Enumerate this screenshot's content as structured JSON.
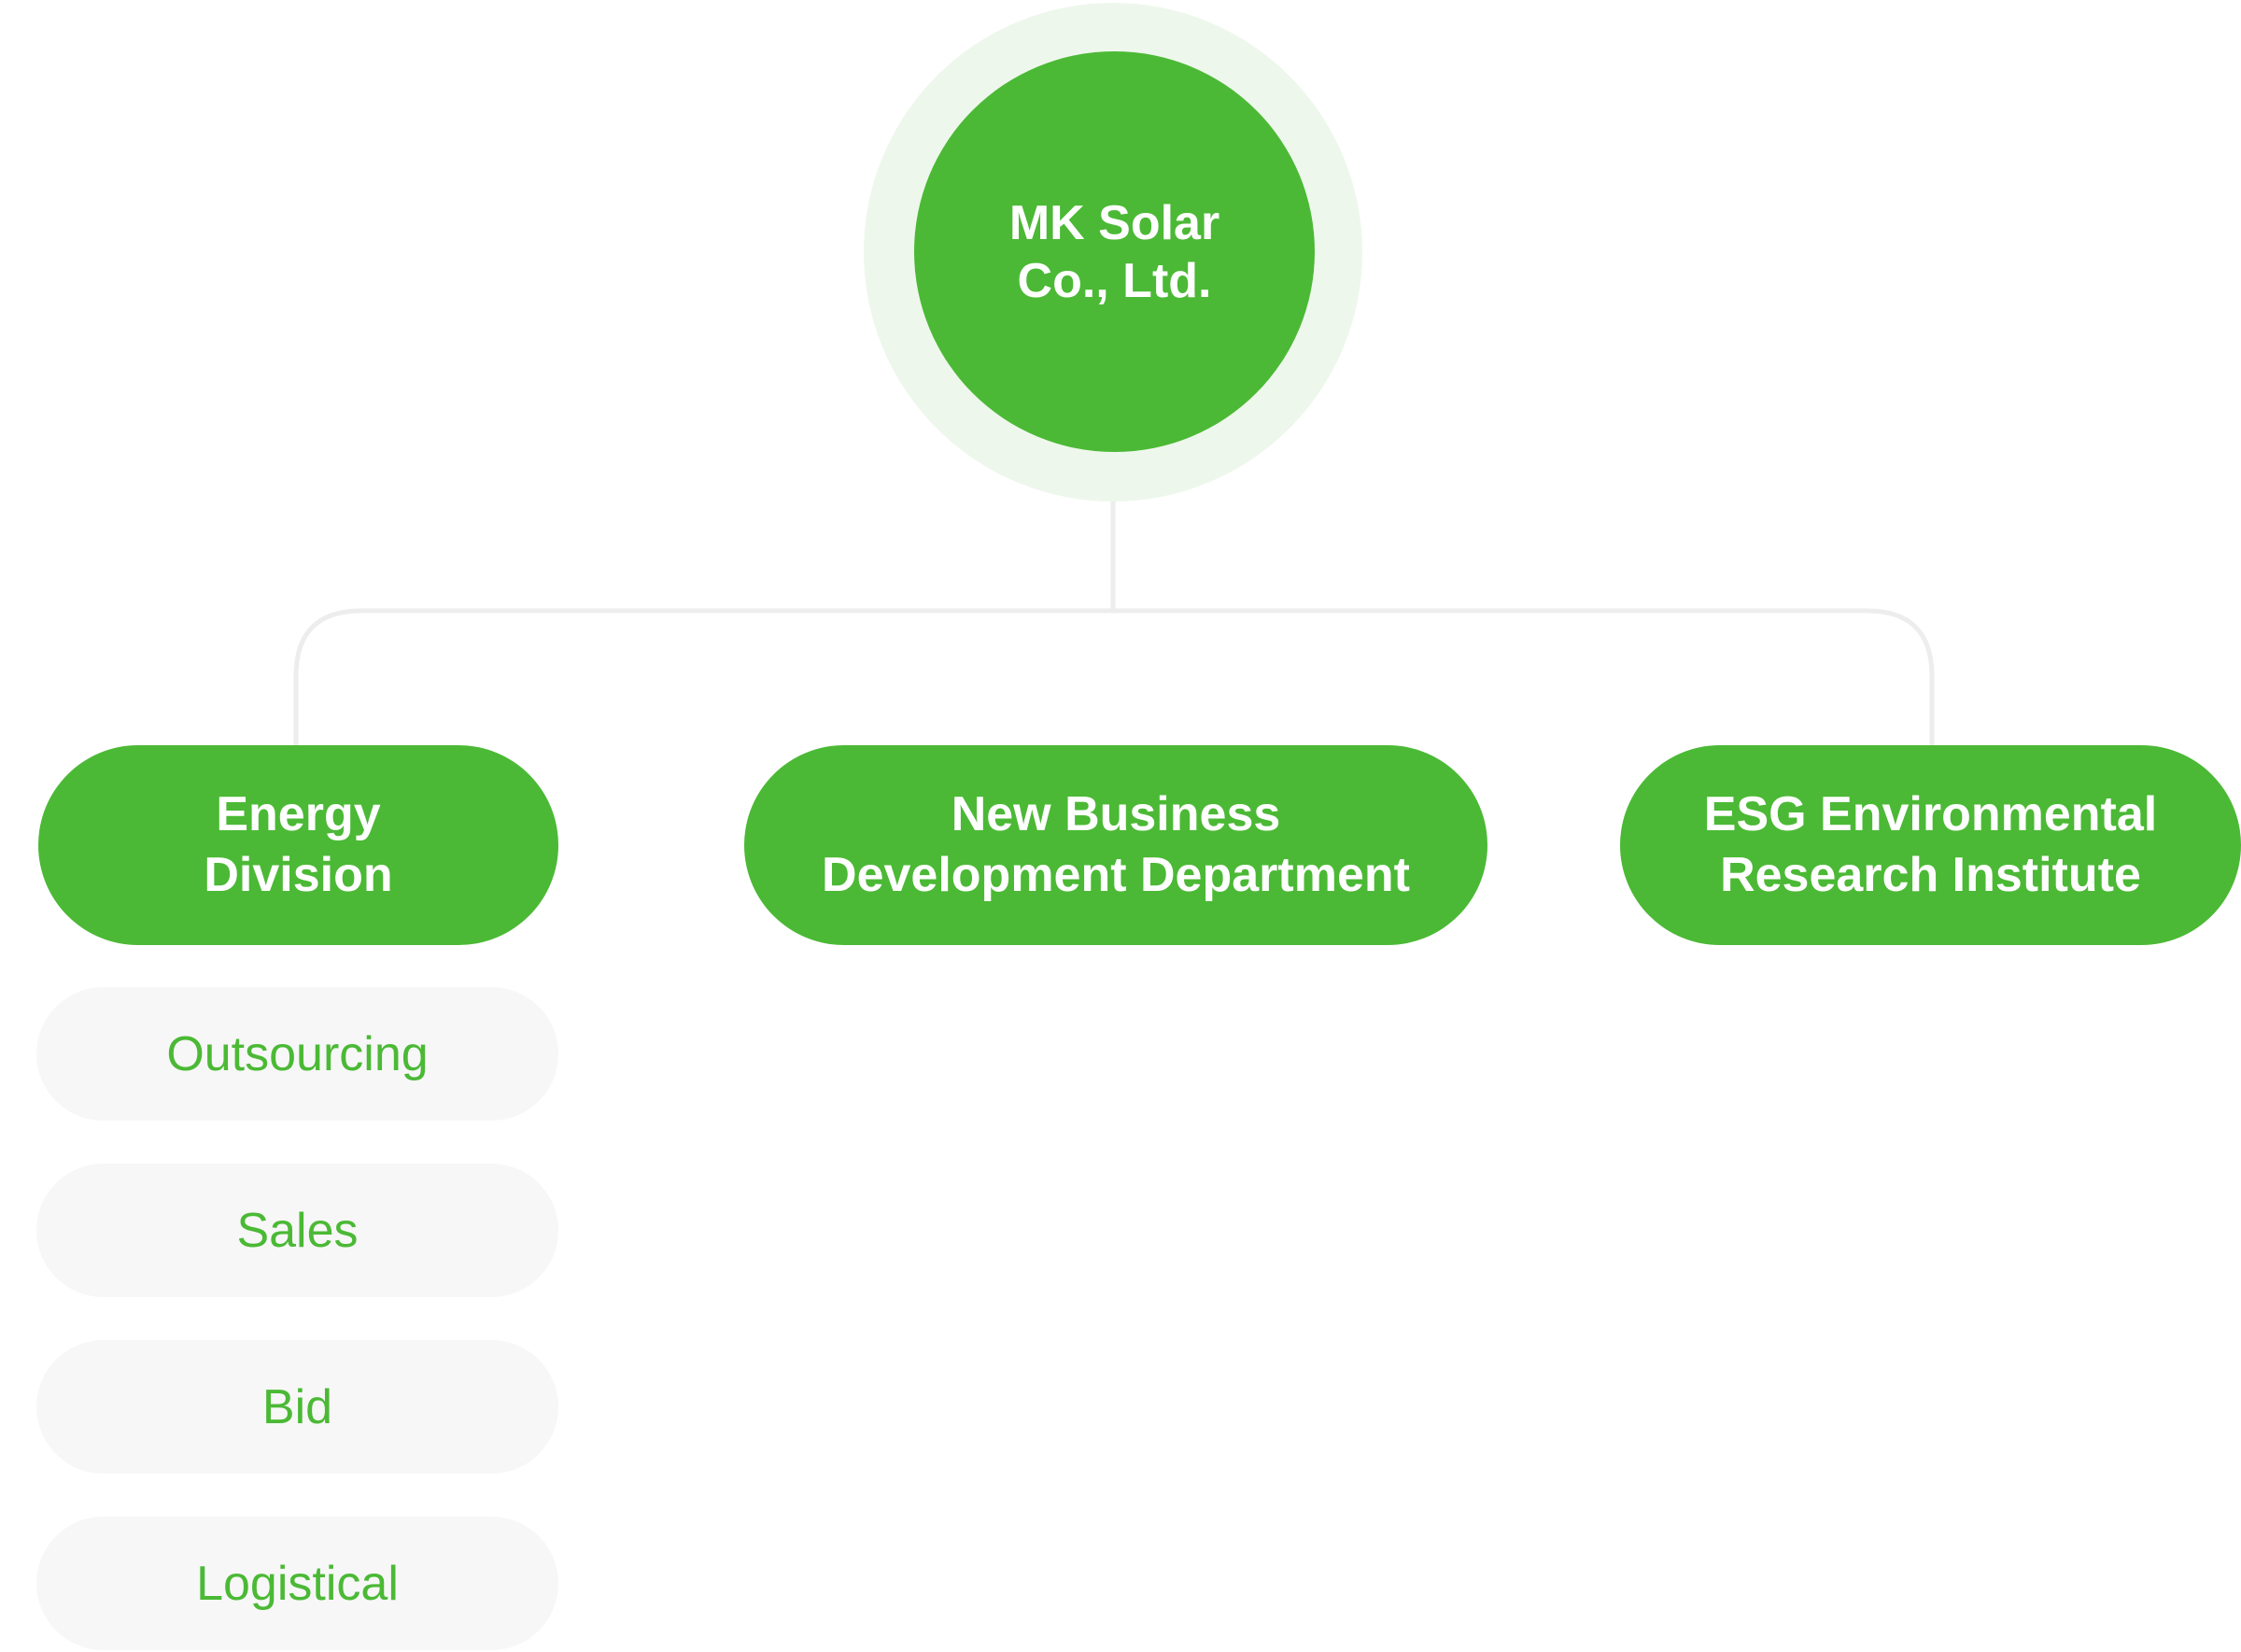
{
  "colors": {
    "accent": "#4bb935",
    "halo": "#eef7ec",
    "connector": "#ededed",
    "sub_background": "#f7f7f7"
  },
  "root": {
    "label": "MK Solar\nCo., Ltd."
  },
  "divisions": [
    {
      "label": "Energy\nDivision"
    },
    {
      "label": "New Business\nDevelopment Department"
    },
    {
      "label": "ESG Environmental\nResearch Institute"
    }
  ],
  "energy_subunits": [
    {
      "label": "Outsourcing"
    },
    {
      "label": "Sales"
    },
    {
      "label": "Bid"
    },
    {
      "label": "Logistical"
    }
  ]
}
